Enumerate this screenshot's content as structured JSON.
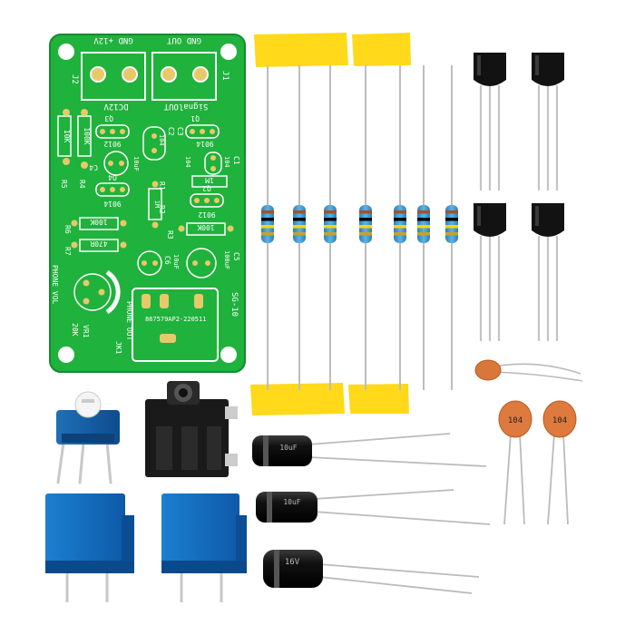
{
  "pcb": {
    "board_color": "#1fb23c",
    "silk_color": "#ffffff",
    "j2_pins": "GND  +12V",
    "j1_pins": "GND  OUT",
    "j2": "J2",
    "j1": "J1",
    "dc12v": "DC12V",
    "signal_out": "SignalOUT",
    "q3": "Q3",
    "q1": "Q1",
    "q4": "Q4",
    "q2": "Q2",
    "part_9012a": "9012",
    "part_9012b": "9012",
    "part_9014a": "9014",
    "part_9014b": "9014",
    "r100k_left": "100K",
    "r10k_left": "10K",
    "c4": "C4",
    "c4_val": "10uF",
    "c1": "C1",
    "c1_val": "104",
    "c2": "C2",
    "c2_val": "104",
    "c3": "C3",
    "c3_val": "104",
    "r5": "R5",
    "r4": "R4",
    "r1": "R1",
    "r2": "R2",
    "r3": "R3",
    "r1_val": "1M",
    "r2_val": "1M",
    "r3_val": "100K",
    "r6": "R6",
    "r6_val": "100K",
    "r7": "R7",
    "r7_val": "470R",
    "c5": "C5",
    "c5_val": "100uF",
    "c6": "C6",
    "c6_val": "10uF",
    "phone_vol": "PHONE VOL",
    "vr1": "VR1",
    "vr1_val": "20K",
    "phone_out": "PHONE OUT",
    "jk1": "JK1",
    "model": "SG-10",
    "serial": "867579AP2-220511"
  },
  "components": {
    "capacitor_label_1": "10uF",
    "capacitor_label_2": "10uF",
    "capacitor_label_3": "16V",
    "ceramic_cap_label_1": "104",
    "ceramic_cap_label_2": "104",
    "resistor_band_colors": [
      "#a0522d",
      "#000000",
      "#ffd400",
      "#c9a227"
    ],
    "resistor_body_color": "#4aa3d4",
    "transistor_count": 4,
    "resistor_count": 7
  }
}
